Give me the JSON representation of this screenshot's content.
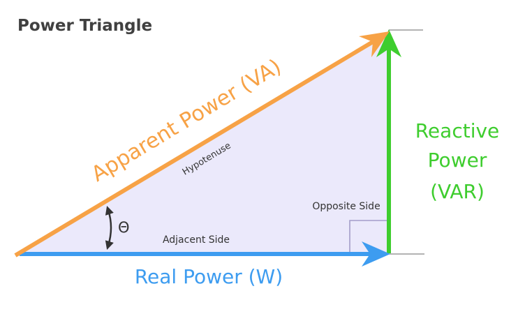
{
  "title": "Power Triangle",
  "labels": {
    "apparent": "Apparent Power (VA)",
    "hypotenuse": "Hypotenuse",
    "real": "Real Power (W)",
    "adjacent": "Adjacent Side",
    "opposite": "Opposite Side",
    "reactive_line1": "Reactive",
    "reactive_line2": "Power",
    "reactive_line3": "(VAR)",
    "theta": "Θ"
  },
  "colors": {
    "apparent": "#f7a246",
    "real": "#3d9cf0",
    "reactive": "#3ecd2e",
    "fill": "#ebe9fb",
    "marker": "#a39ec9",
    "guide": "#9a9a9a",
    "title": "#404040",
    "dark_text": "#333333"
  },
  "icons": {
    "angle_marker": "double-headed-arrow-icon"
  }
}
